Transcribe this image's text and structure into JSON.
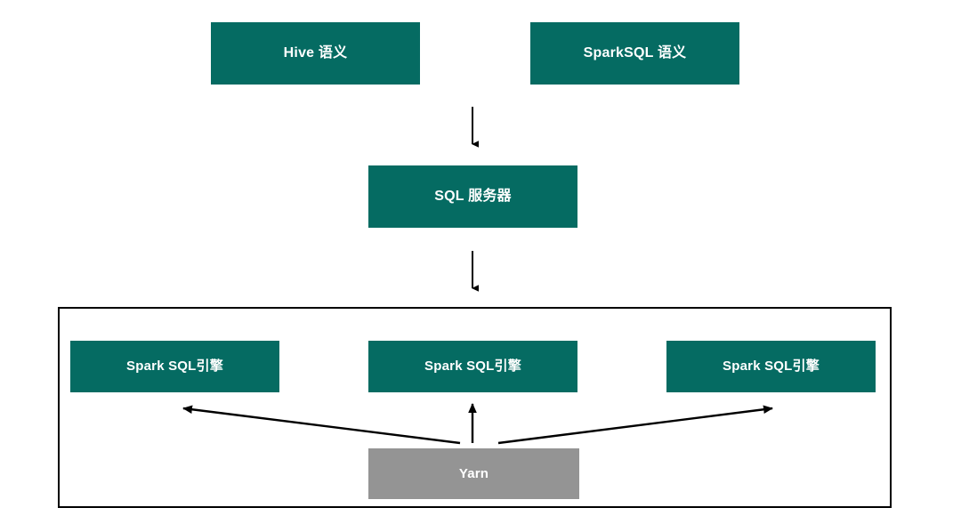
{
  "diagram": {
    "title_text": "",
    "background_color": "#ffffff",
    "accent_color": "#056b62",
    "secondary_color": "#949494",
    "stroke_color": "#000000",
    "semantic_layer": [
      {
        "id": "hive",
        "label": "Hive 语义",
        "color": "#056b62"
      },
      {
        "id": "sparksql",
        "label": "SparkSQL 语义",
        "color": "#056b62"
      }
    ],
    "server_layer": [
      {
        "id": "sql-server",
        "label": "SQL 服务器",
        "color": "#056b62"
      }
    ],
    "cluster": {
      "label": "",
      "border_color": "#000000",
      "engines": [
        {
          "id": "engine-left",
          "label": "Spark SQL引擎",
          "color": "#056b62"
        },
        {
          "id": "engine-mid",
          "label": "Spark SQL引擎",
          "color": "#056b62"
        },
        {
          "id": "engine-right",
          "label": "Spark SQL引擎",
          "color": "#056b62"
        }
      ],
      "resource_manager": {
        "id": "yarn",
        "label": "Yarn",
        "color": "#949494"
      }
    },
    "connections": [
      {
        "id": "hive-sparksql-to-server",
        "from": "semantic-layer",
        "to": "sql-server",
        "style": "solid-arrow-down"
      },
      {
        "id": "server-to-cluster",
        "from": "sql-server",
        "to": "cluster",
        "style": "solid-arrow-down"
      },
      {
        "id": "yarn-to-engine-left",
        "from": "yarn",
        "to": "engine-left",
        "style": "solid-arrow-diagonal"
      },
      {
        "id": "yarn-to-engine-mid",
        "from": "yarn",
        "to": "engine-mid",
        "style": "solid-arrow-up"
      },
      {
        "id": "yarn-to-engine-right",
        "from": "yarn",
        "to": "engine-right",
        "style": "solid-arrow-diagonal"
      }
    ]
  }
}
